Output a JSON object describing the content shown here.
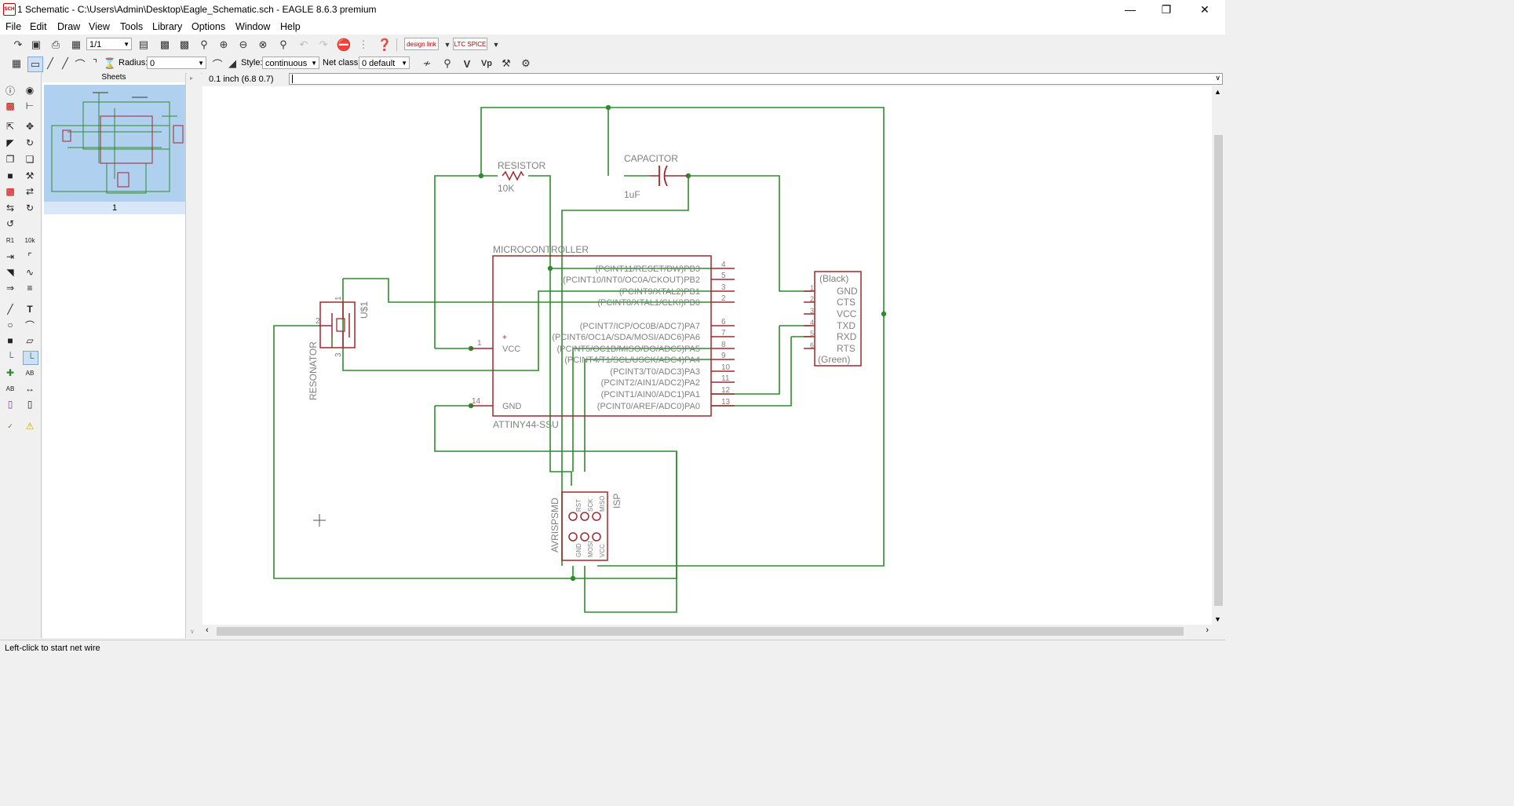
{
  "window": {
    "title": "1 Schematic - C:\\Users\\Admin\\Desktop\\Eagle_Schematic.sch - EAGLE 8.6.3 premium",
    "app_icon_text": "SCH"
  },
  "menu": [
    "File",
    "Edit",
    "Draw",
    "View",
    "Tools",
    "Library",
    "Options",
    "Window",
    "Help"
  ],
  "toolbar": {
    "sheet_select": "1/1",
    "radius_label": "Radius:",
    "radius_value": "0",
    "style_label": "Style:",
    "style_value": "continuous",
    "netclass_label": "Net class:",
    "netclass_value": "0 default",
    "designlink_label": "design link",
    "ltspice_label": "LTC SPICE"
  },
  "sheets_panel": {
    "header": "Sheets",
    "sheet_label": "1"
  },
  "coordinate_readout": "0.1 inch (6.8 0.7)",
  "status_text": "Left-click to start net wire",
  "colors": {
    "wire": "#2e8b2e",
    "part": "#a0282d",
    "text": "#808080",
    "junction": "#2e8b2e"
  },
  "schematic": {
    "resistor": {
      "name": "RESISTOR",
      "value": "10K"
    },
    "capacitor": {
      "name": "CAPACITOR",
      "value": "1uF"
    },
    "microcontroller": {
      "name": "MICROCONTROLLER",
      "value": "ATTINY44-SSU",
      "vcc_label": "VCC",
      "gnd_label": "GND",
      "plus_label": "+",
      "vcc_pin": "1",
      "gnd_pin": "14",
      "right_pins": [
        {
          "label": "(PCINT11/RESET/DW)PB3",
          "num": "4"
        },
        {
          "label": "(PCINT10/INT0/OC0A/CKOUT)PB2",
          "num": "5"
        },
        {
          "label": "(PCINT9/XTAL2)PB1",
          "num": "3"
        },
        {
          "label": "(PCINT8/XTAL1/CLKI)PB0",
          "num": "2"
        },
        {
          "label": "(PCINT7/ICP/OC0B/ADC7)PA7",
          "num": "6"
        },
        {
          "label": "(PCINT6/OC1A/SDA/MOSI/ADC6)PA6",
          "num": "7"
        },
        {
          "label": "(PCINT5/OC1B/MISO/DO/ADC5)PA5",
          "num": "8"
        },
        {
          "label": "(PCINT4/T1/SCL/USCK/ADC4)PA4",
          "num": "9"
        },
        {
          "label": "(PCINT3/T0/ADC3)PA3",
          "num": "10"
        },
        {
          "label": "(PCINT2/AIN1/ADC2)PA2",
          "num": "11"
        },
        {
          "label": "(PCINT1/AIN0/ADC1)PA1",
          "num": "12"
        },
        {
          "label": "(PCINT0/AREF/ADC0)PA0",
          "num": "13"
        }
      ]
    },
    "resonator": {
      "name": "U$1",
      "value": "RESONATOR",
      "pins": [
        "1",
        "2",
        "3"
      ]
    },
    "ftdi": {
      "top": "(Black)",
      "bottom": "(Green)",
      "pins": [
        {
          "label": "GND",
          "num": "1"
        },
        {
          "label": "CTS",
          "num": "2"
        },
        {
          "label": "VCC",
          "num": "3"
        },
        {
          "label": "TXD",
          "num": "4"
        },
        {
          "label": "RXD",
          "num": "5"
        },
        {
          "label": "RTS",
          "num": "6"
        }
      ]
    },
    "isp": {
      "name": "ISP",
      "value": "AVRISPSMD",
      "top_pins": [
        "RST",
        "SCK",
        "MISO"
      ],
      "bottom_pins": [
        "GND",
        "MOSI",
        "VCC"
      ]
    }
  }
}
